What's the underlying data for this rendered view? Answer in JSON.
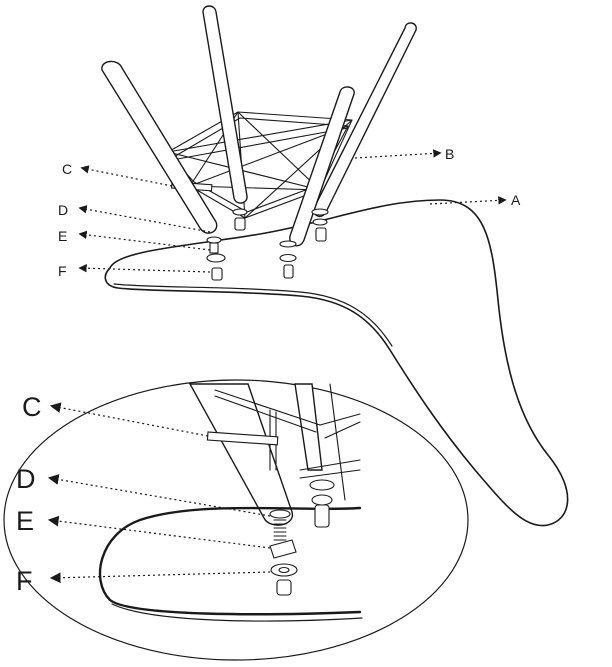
{
  "callouts": {
    "main": {
      "A": "A",
      "B": "B",
      "C": "C",
      "D": "D",
      "E": "E",
      "F": "F"
    },
    "detail": {
      "C": "C",
      "D": "D",
      "E": "E",
      "F": "F"
    }
  },
  "colors": {
    "ink": "#1a1a1a",
    "paper": "#ffffff"
  }
}
